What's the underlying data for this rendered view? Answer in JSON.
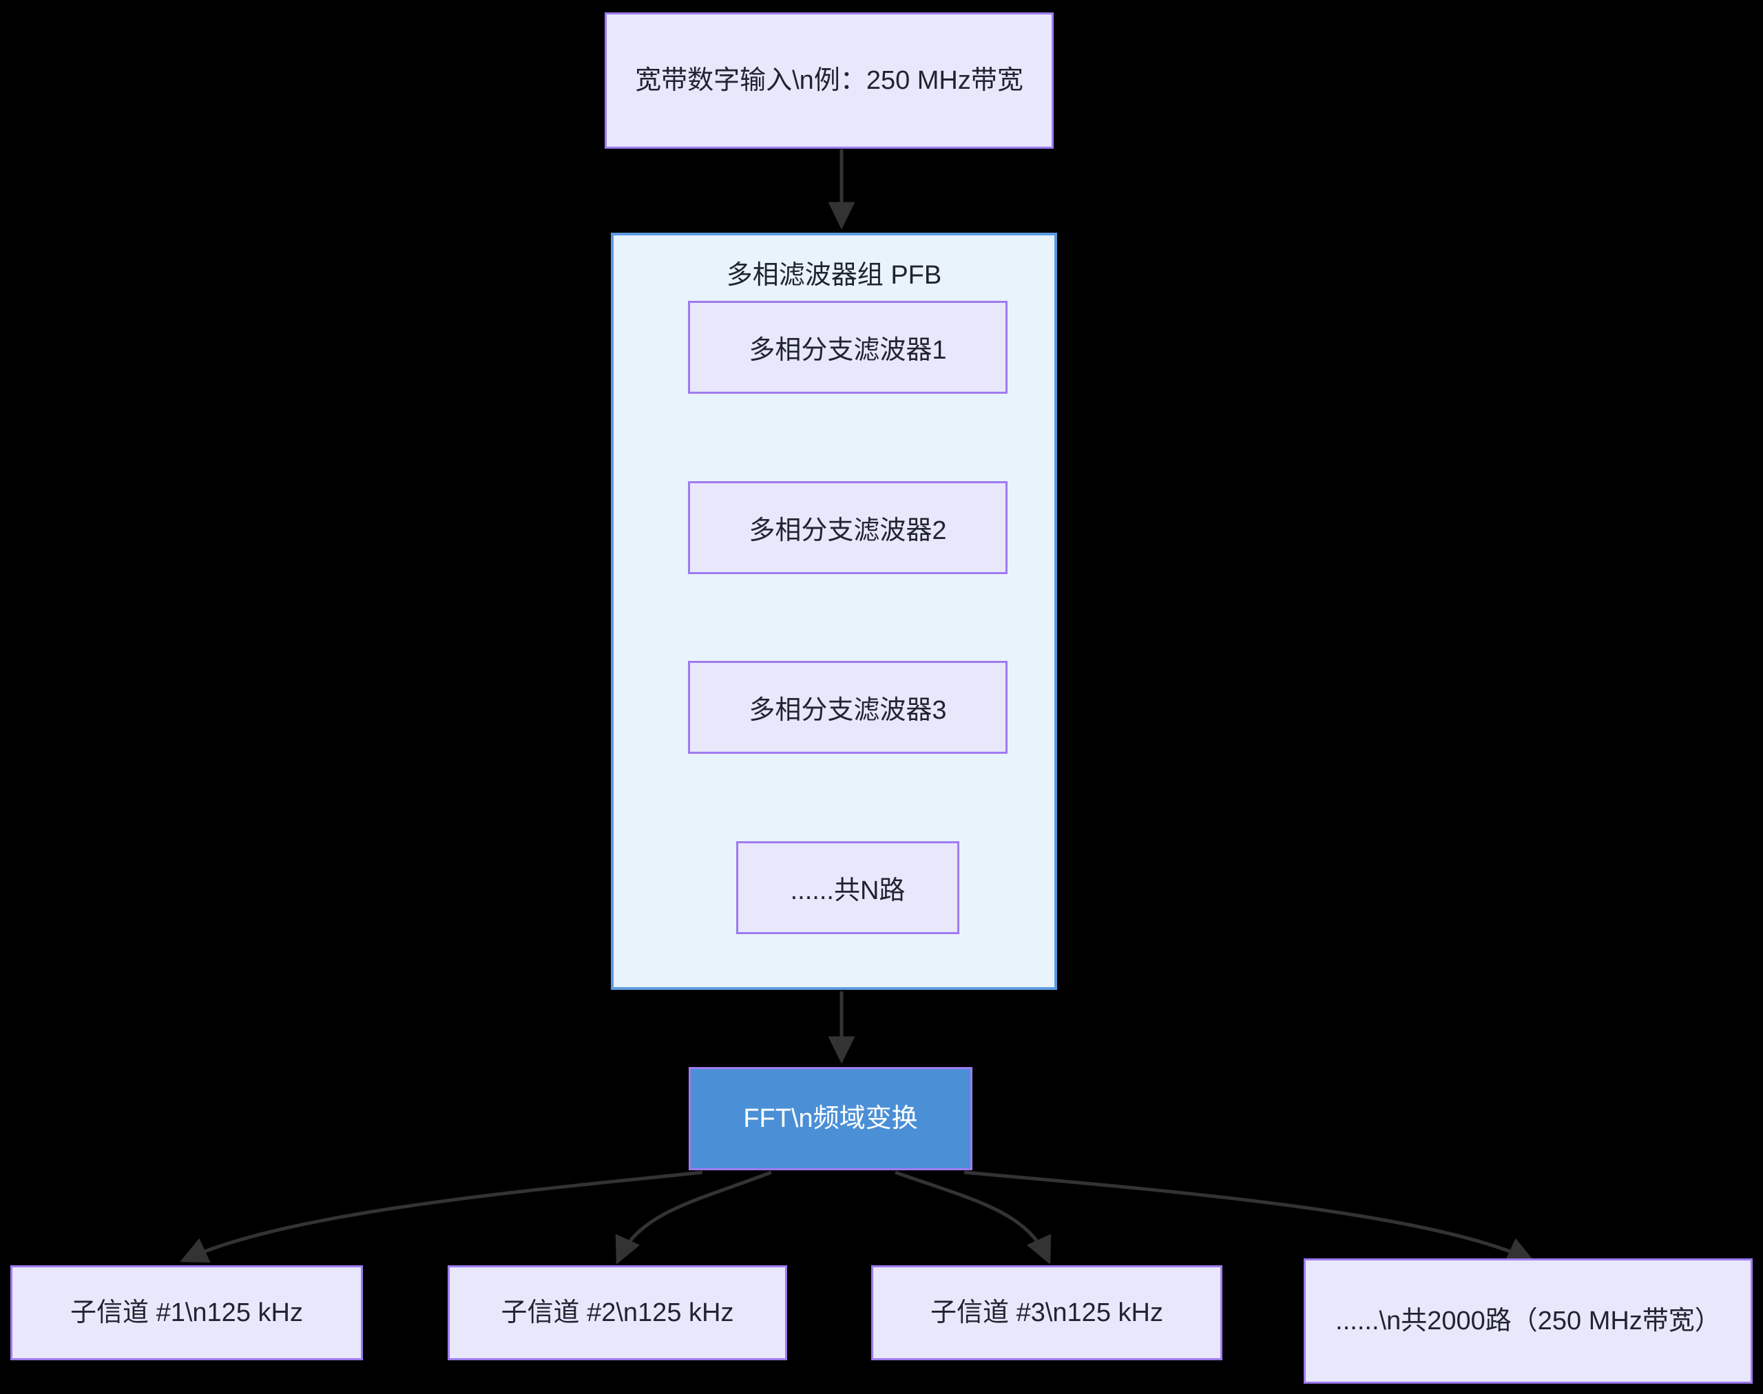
{
  "diagram": {
    "type": "flowchart",
    "direction": "top-down",
    "background_color": "#000000",
    "theme": {
      "node_fill": "#e8e7fb",
      "node_border": "#9e7bf0",
      "node_text": "#1f2430",
      "group_fill": "#e9f3fb",
      "group_border": "#5b9bdf",
      "highlight_fill": "#4b90d6",
      "highlight_text": "#ffffff",
      "edge_color": "#333333"
    },
    "input_node": {
      "label": "宽带数字输入\\n例：250 MHz带宽"
    },
    "group": {
      "title": "多相滤波器组 PFB",
      "children": [
        {
          "label": "多相分支滤波器1"
        },
        {
          "label": "多相分支滤波器2"
        },
        {
          "label": "多相分支滤波器3"
        },
        {
          "label": "......共N路"
        }
      ]
    },
    "transform_node": {
      "label": "FFT\\n频域变换"
    },
    "outputs": [
      {
        "label": "子信道 #1\\n125 kHz"
      },
      {
        "label": "子信道 #2\\n125 kHz"
      },
      {
        "label": "子信道 #3\\n125 kHz"
      },
      {
        "label": "......\\n共2000路（250 MHz带宽）"
      }
    ]
  }
}
